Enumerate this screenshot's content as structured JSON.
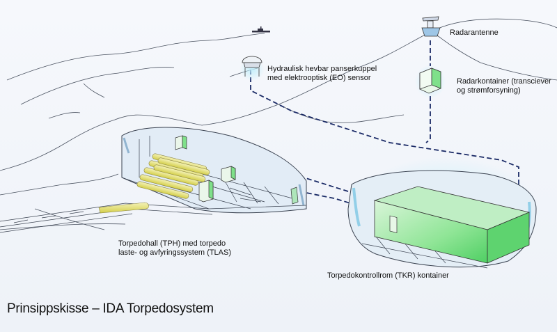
{
  "labels": {
    "radar_antenna": "Radarantenne",
    "eo_sensor_line1": "Hydraulisk hevbar panserkuppel",
    "eo_sensor_line2": "med elektrooptisk (EO) sensor",
    "radar_container_line1": "Radarkontainer (transciever",
    "radar_container_line2": "og strømforsyning)",
    "tph_line1": "Torpedohall (TPH) med torpedo",
    "tph_line2": "laste- og avfyringssystem (TLAS)",
    "tkr": "Torpedokontrollrom (TKR) kontainer"
  },
  "title": "Prinsippskisse – IDA Torpedosystem",
  "colors": {
    "torpedo": "#e6e27a",
    "container": "#7fe08a",
    "cable": "#1a2a66",
    "sketch": "#3a4250",
    "glow": "#8fd8f0"
  }
}
